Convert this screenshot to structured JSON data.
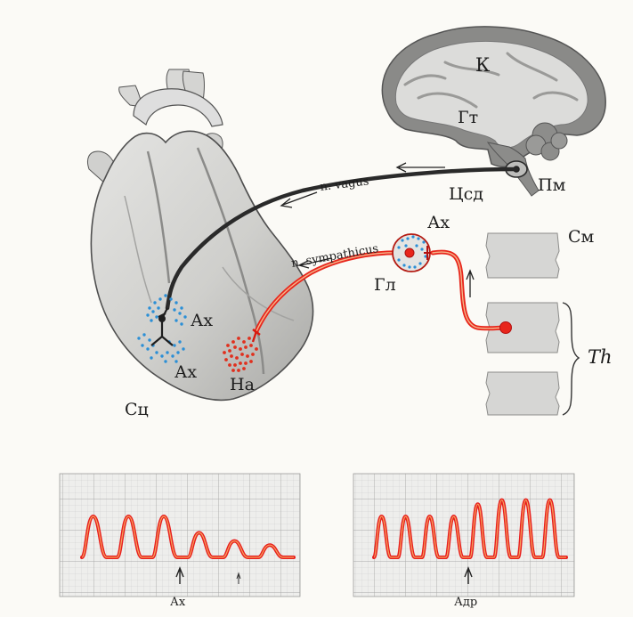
{
  "labels": {
    "brain": "К",
    "hypothalamus": "Гт",
    "medulla": "Пм",
    "cardio_center": "Цсд",
    "vagus": "n. vagus",
    "sympathicus": "n. sympathicus",
    "ganglion": "Гл",
    "ganglion_ach": "Ах",
    "spinal_cord": "См",
    "thoracic": "Th",
    "heart_ach_top": "Ах",
    "heart_ach_bottom": "Ах",
    "heart_na": "На",
    "heart": "Сц"
  },
  "recordings": [
    {
      "marker": "Ах",
      "effect": "slowing",
      "cycle_amplitudes": [
        1.0,
        1.0,
        1.0,
        0.6,
        0.4,
        0.3
      ]
    },
    {
      "marker": "Адр",
      "effect": "acceleration",
      "cycle_amplitudes": [
        1.0,
        1.0,
        1.0,
        1.0,
        1.3,
        1.4,
        1.4,
        1.4
      ]
    }
  ],
  "colors": {
    "vagus_nerve": "#2a2a2a",
    "sympathetic_nerve": "#e8261c",
    "acetylcholine_dots": "#2b8fd6",
    "noradrenaline_dots": "#e0301e",
    "trace": "#e81e1e",
    "grid_paper": "#dcdcdc"
  }
}
